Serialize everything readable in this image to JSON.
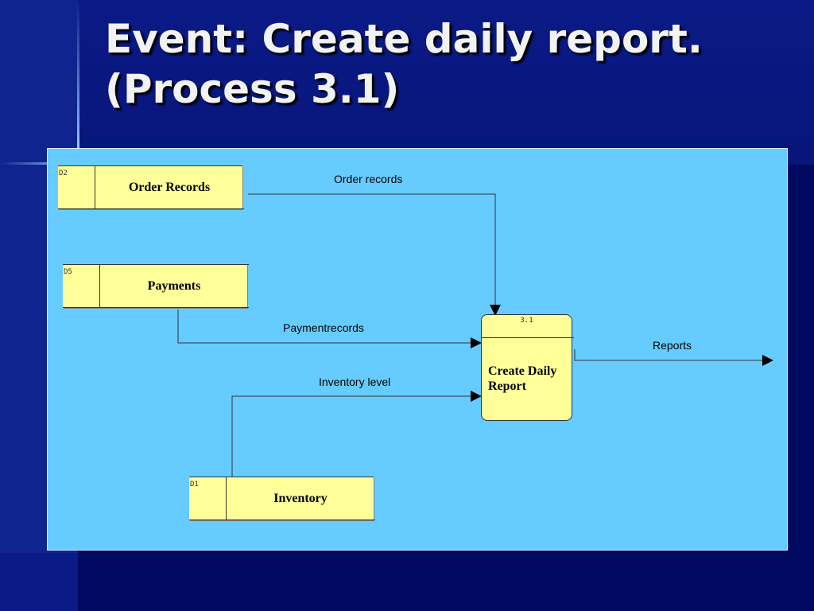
{
  "slide": {
    "title_line1": "Event: Create daily report.",
    "title_line2": "(Process 3.1)"
  },
  "colors": {
    "background": "#000d6b",
    "diagram_panel": "#66ccff",
    "element_fill": "#ffff99",
    "title_text": "#f2f2f2"
  },
  "diagram": {
    "data_stores": [
      {
        "id": "D2",
        "name": "Order Records"
      },
      {
        "id": "D5",
        "name": "Payments"
      },
      {
        "id": "D1",
        "name": "Inventory"
      }
    ],
    "process": {
      "id": "3.1",
      "name_line1": "Create Daily",
      "name_line2": "Report"
    },
    "flows": [
      {
        "label": "Order records",
        "from": "Order Records",
        "to": "Create Daily Report"
      },
      {
        "label": "Paymentrecords",
        "from": "Payments",
        "to": "Create Daily Report"
      },
      {
        "label": "Inventory level",
        "from": "Inventory",
        "to": "Create Daily Report"
      },
      {
        "label": "Reports",
        "from": "Create Daily Report",
        "to": ""
      }
    ]
  }
}
